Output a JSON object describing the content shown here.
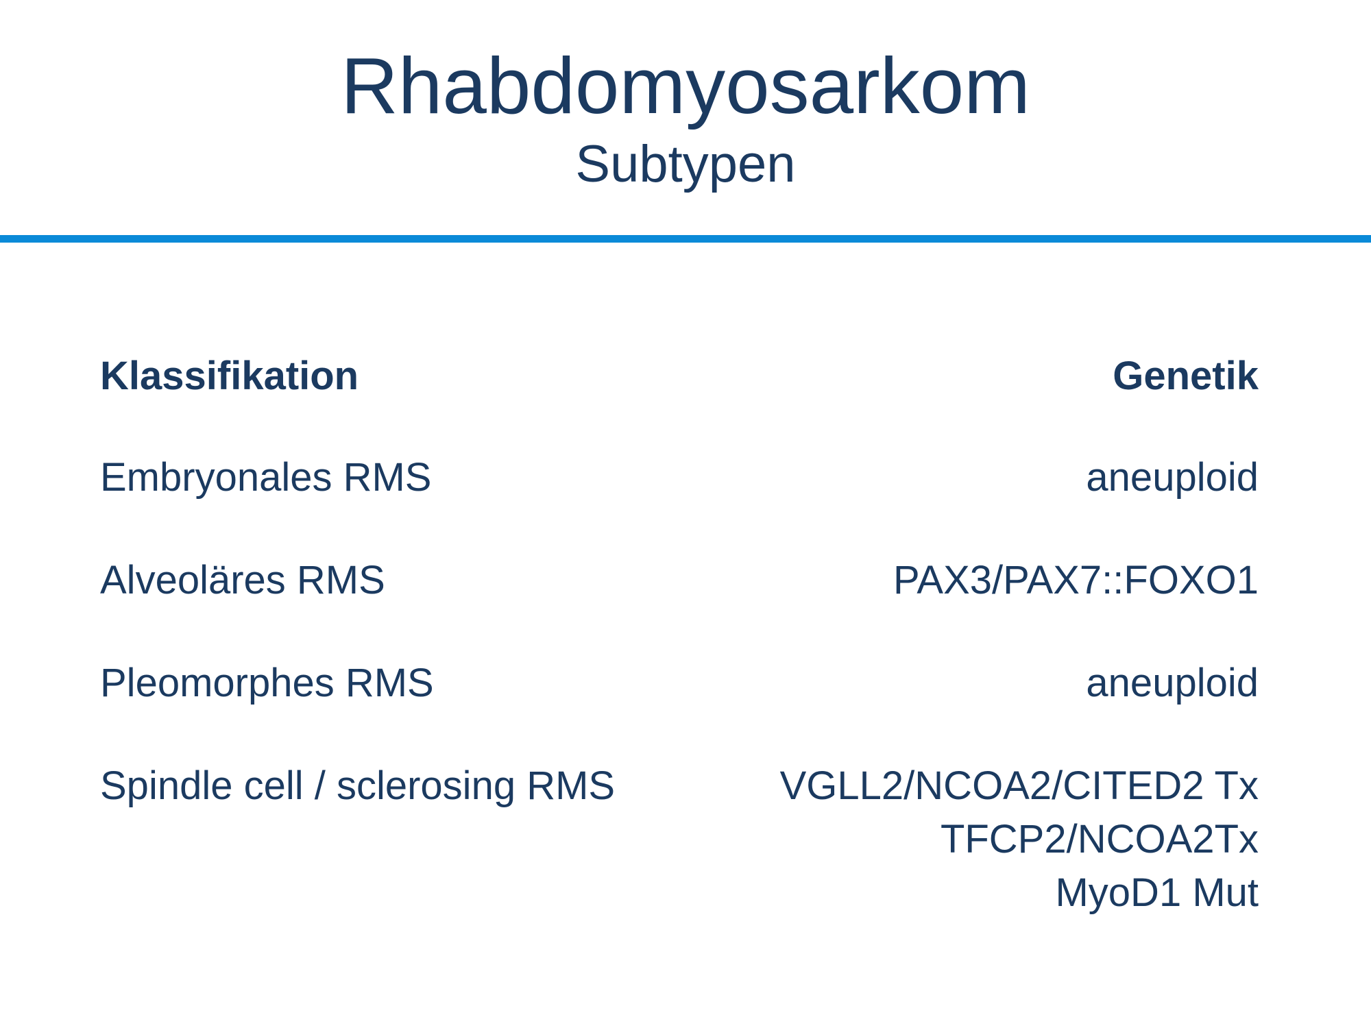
{
  "slide": {
    "title": "Rhabdomyosarkom",
    "subtitle": "Subtypen",
    "accent_color": "#0a8ad8",
    "text_color": "#1b3a60"
  },
  "table": {
    "header": {
      "left": "Klassifikation",
      "right": "Genetik"
    },
    "rows": [
      {
        "classification": "Embryonales RMS",
        "genetics": [
          "aneuploid"
        ]
      },
      {
        "classification": "Alveoläres RMS",
        "genetics": [
          "PAX3/PAX7::FOXO1"
        ]
      },
      {
        "classification": "Pleomorphes RMS",
        "genetics": [
          "aneuploid"
        ]
      },
      {
        "classification": "Spindle cell / sclerosing RMS",
        "genetics": [
          "VGLL2/NCOA2/CITED2 Tx",
          "TFCP2/NCOA2Tx",
          "MyoD1 Mut"
        ]
      }
    ]
  }
}
